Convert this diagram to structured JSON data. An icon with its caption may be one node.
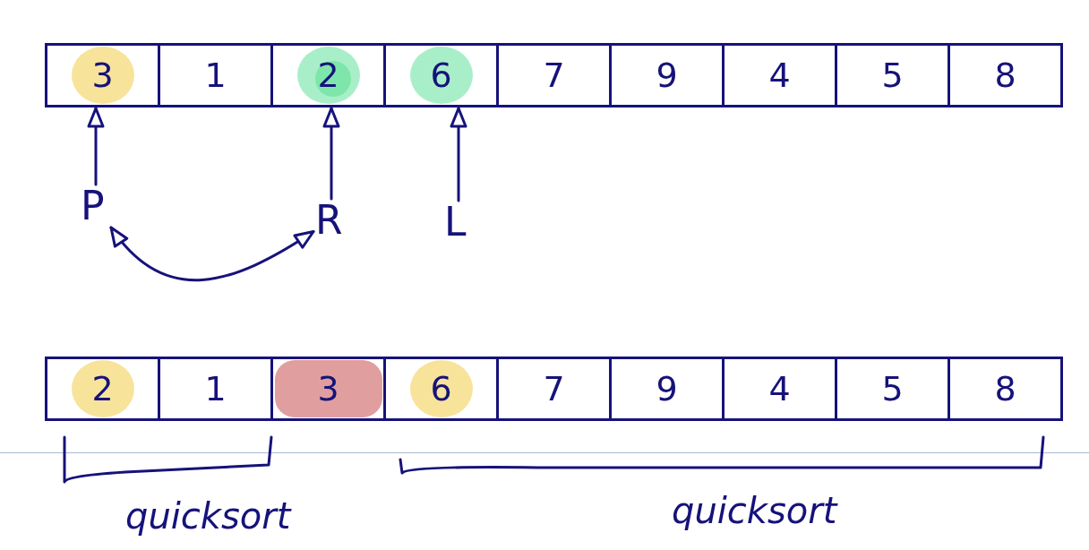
{
  "diagram": {
    "nodes": [
      {
        "text": [
          "3"
        ]
      },
      {
        "text": [
          "1"
        ]
      },
      {
        "text": [
          "2"
        ]
      },
      {
        "text": [
          "6"
        ]
      },
      {
        "text": [
          "7"
        ]
      },
      {
        "text": [
          "9"
        ]
      },
      {
        "text": [
          "4"
        ]
      },
      {
        "text": [
          "5"
        ]
      },
      {
        "text": [
          "8"
        ]
      },
      {
        "text": [
          "P"
        ]
      },
      {
        "text": [
          "R"
        ]
      },
      {
        "text": [
          "L"
        ]
      },
      {
        "text": [
          "2"
        ]
      },
      {
        "text": [
          "1"
        ]
      },
      {
        "text": [
          "3"
        ]
      },
      {
        "text": [
          "6"
        ]
      },
      {
        "text": [
          "7"
        ]
      },
      {
        "text": [
          "9"
        ]
      },
      {
        "text": [
          "4"
        ]
      },
      {
        "text": [
          "5"
        ]
      },
      {
        "text": [
          "8"
        ]
      }
    ],
    "edges": [
      {
        "from": 9,
        "to": 0,
        "arrow": "to"
      },
      {
        "from": 10,
        "to": 2,
        "arrow": "to"
      },
      {
        "from": 11,
        "to": 3,
        "arrow": "to"
      },
      {
        "from": 9,
        "to": 10,
        "arrow": "both"
      }
    ],
    "labels": [
      "quicksort",
      "quicksort"
    ]
  }
}
